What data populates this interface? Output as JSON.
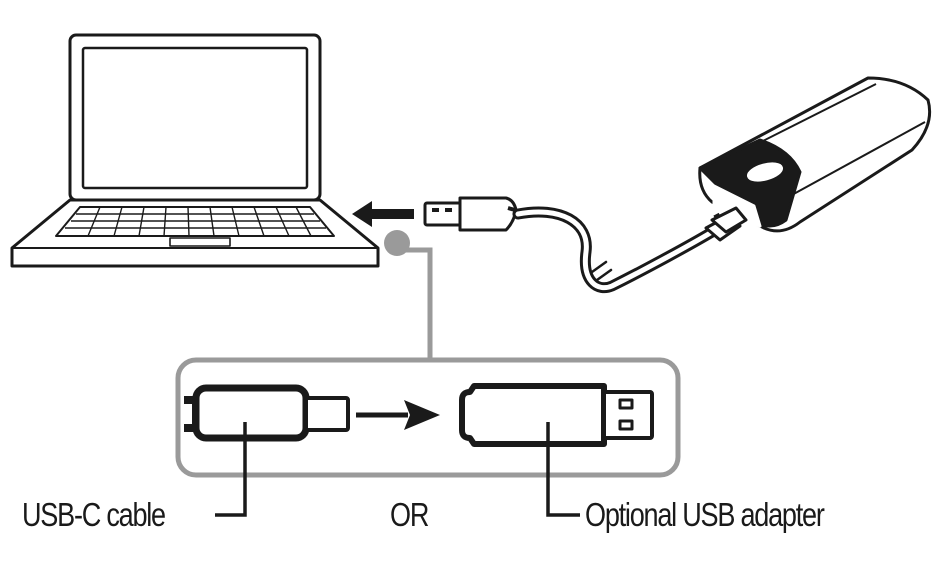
{
  "labels": {
    "usb_c_cable": "USB-C cable",
    "or": "OR",
    "optional_usb_adapter": "Optional USB adapter"
  },
  "colors": {
    "ink": "#1a1a1a",
    "callout_gray": "#9a9a9a",
    "background": "#ffffff"
  },
  "icons": [
    "laptop-icon",
    "headset-charger-icon",
    "usb-c-plug-icon",
    "usb-a-adapter-icon",
    "arrow-left-icon",
    "arrow-right-icon"
  ]
}
